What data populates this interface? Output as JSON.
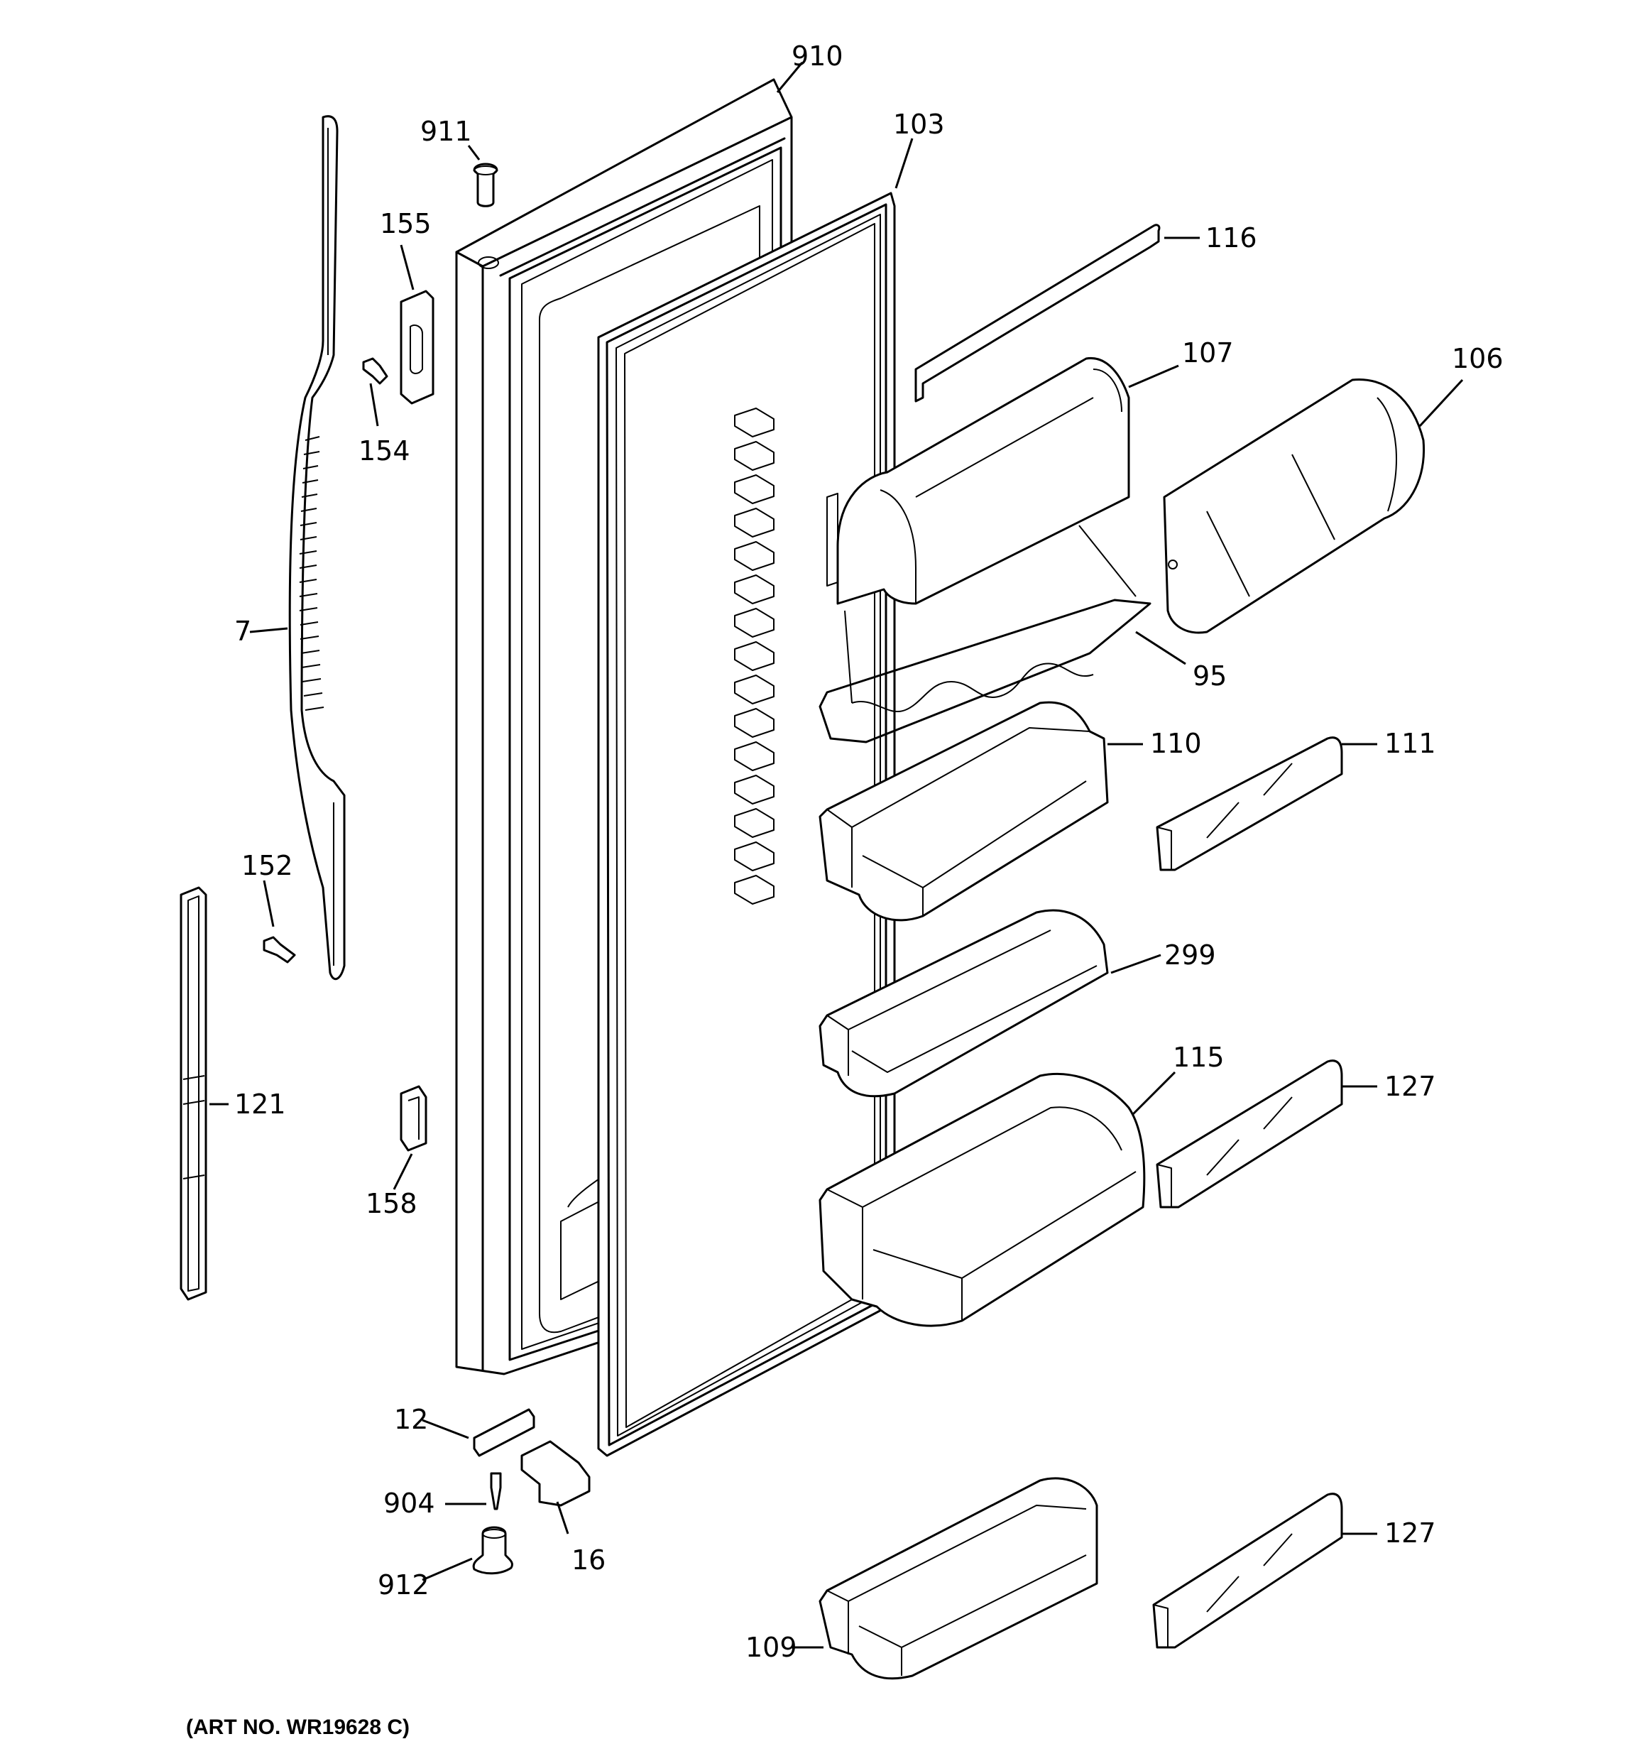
{
  "diagram": {
    "art_number": "(ART NO. WR19628 C)",
    "callouts": {
      "c910": "910",
      "c911": "911",
      "c103": "103",
      "c155": "155",
      "c116": "116",
      "c154": "154",
      "c107": "107",
      "c106": "106",
      "c7": "7",
      "c95": "95",
      "c110": "110",
      "c111": "111",
      "c152": "152",
      "c299": "299",
      "c121": "121",
      "c115": "115",
      "c127a": "127",
      "c158": "158",
      "c12": "12",
      "c904": "904",
      "c16": "16",
      "c912": "912",
      "c127b": "127",
      "c109": "109"
    }
  }
}
